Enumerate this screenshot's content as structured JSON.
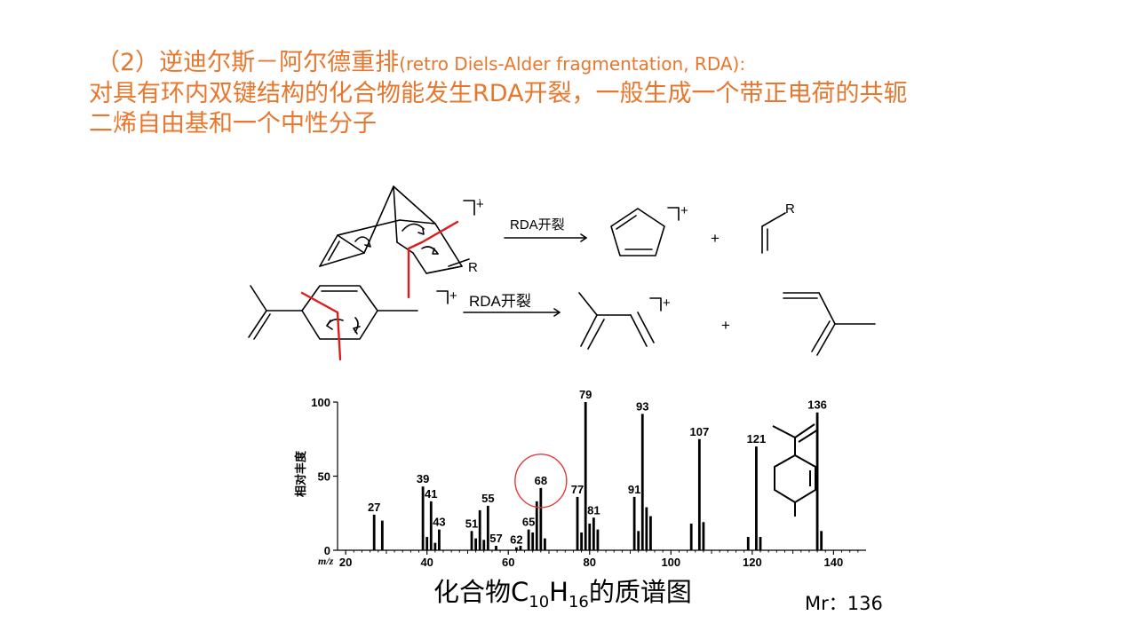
{
  "heading": {
    "line1_main": "（2）逆迪尔斯－阿尔德重排",
    "line1_paren": "(retro Diels-Alder fragmentation, RDA):",
    "line2": "对具有环内双键结构的化合物能发生RDA开裂，一般生成一个带正电荷的共轭",
    "line3": "二烯自由基和一个中性分子"
  },
  "reaction": {
    "arrow_label_1": "RDA开裂",
    "arrow_label_2": "RDA开裂",
    "charge": "+",
    "plus": "+",
    "substituent": "R"
  },
  "spectrum": {
    "ylabel": "相对丰度",
    "xlabel": "m/z",
    "highlight_mz": 68
  },
  "chart_data": {
    "type": "bar",
    "xlabel": "m/z",
    "ylabel": "相对丰度",
    "xlim": [
      18,
      148
    ],
    "ylim": [
      0,
      100
    ],
    "x_ticks": [
      20,
      40,
      60,
      80,
      100,
      120,
      140
    ],
    "y_ticks": [
      0,
      50,
      100
    ],
    "peaks": [
      {
        "mz": 27,
        "intensity": 24,
        "label": "27"
      },
      {
        "mz": 29,
        "intensity": 20,
        "label": ""
      },
      {
        "mz": 39,
        "intensity": 43,
        "label": "39"
      },
      {
        "mz": 40,
        "intensity": 9,
        "label": ""
      },
      {
        "mz": 41,
        "intensity": 33,
        "label": "41"
      },
      {
        "mz": 42,
        "intensity": 5,
        "label": ""
      },
      {
        "mz": 43,
        "intensity": 14,
        "label": "43"
      },
      {
        "mz": 51,
        "intensity": 13,
        "label": "51"
      },
      {
        "mz": 52,
        "intensity": 8,
        "label": ""
      },
      {
        "mz": 53,
        "intensity": 27,
        "label": ""
      },
      {
        "mz": 54,
        "intensity": 7,
        "label": ""
      },
      {
        "mz": 55,
        "intensity": 30,
        "label": "55"
      },
      {
        "mz": 57,
        "intensity": 3,
        "label": "57"
      },
      {
        "mz": 62,
        "intensity": 2,
        "label": "62"
      },
      {
        "mz": 63,
        "intensity": 3,
        "label": ""
      },
      {
        "mz": 65,
        "intensity": 14,
        "label": "65"
      },
      {
        "mz": 66,
        "intensity": 12,
        "label": ""
      },
      {
        "mz": 67,
        "intensity": 33,
        "label": ""
      },
      {
        "mz": 68,
        "intensity": 42,
        "label": "68"
      },
      {
        "mz": 69,
        "intensity": 8,
        "label": ""
      },
      {
        "mz": 77,
        "intensity": 36,
        "label": "77"
      },
      {
        "mz": 78,
        "intensity": 12,
        "label": ""
      },
      {
        "mz": 79,
        "intensity": 100,
        "label": "79"
      },
      {
        "mz": 80,
        "intensity": 18,
        "label": ""
      },
      {
        "mz": 81,
        "intensity": 22,
        "label": "81"
      },
      {
        "mz": 82,
        "intensity": 14,
        "label": ""
      },
      {
        "mz": 91,
        "intensity": 36,
        "label": "91"
      },
      {
        "mz": 92,
        "intensity": 13,
        "label": ""
      },
      {
        "mz": 93,
        "intensity": 92,
        "label": "93"
      },
      {
        "mz": 94,
        "intensity": 29,
        "label": ""
      },
      {
        "mz": 95,
        "intensity": 23,
        "label": ""
      },
      {
        "mz": 105,
        "intensity": 18,
        "label": ""
      },
      {
        "mz": 107,
        "intensity": 75,
        "label": "107"
      },
      {
        "mz": 108,
        "intensity": 19,
        "label": ""
      },
      {
        "mz": 119,
        "intensity": 9,
        "label": ""
      },
      {
        "mz": 121,
        "intensity": 70,
        "label": "121"
      },
      {
        "mz": 122,
        "intensity": 9,
        "label": ""
      },
      {
        "mz": 136,
        "intensity": 93,
        "label": "136"
      },
      {
        "mz": 137,
        "intensity": 13,
        "label": ""
      }
    ]
  },
  "caption": {
    "prefix": "化合物C",
    "sub1": "10",
    "mid": "H",
    "sub2": "16",
    "suffix": "的质谱图"
  },
  "mr": "Mr：136",
  "colors": {
    "heading": "#e8772e",
    "cut_line": "#e01b1b",
    "highlight_circle": "#e03a3a",
    "ink": "#000000"
  }
}
